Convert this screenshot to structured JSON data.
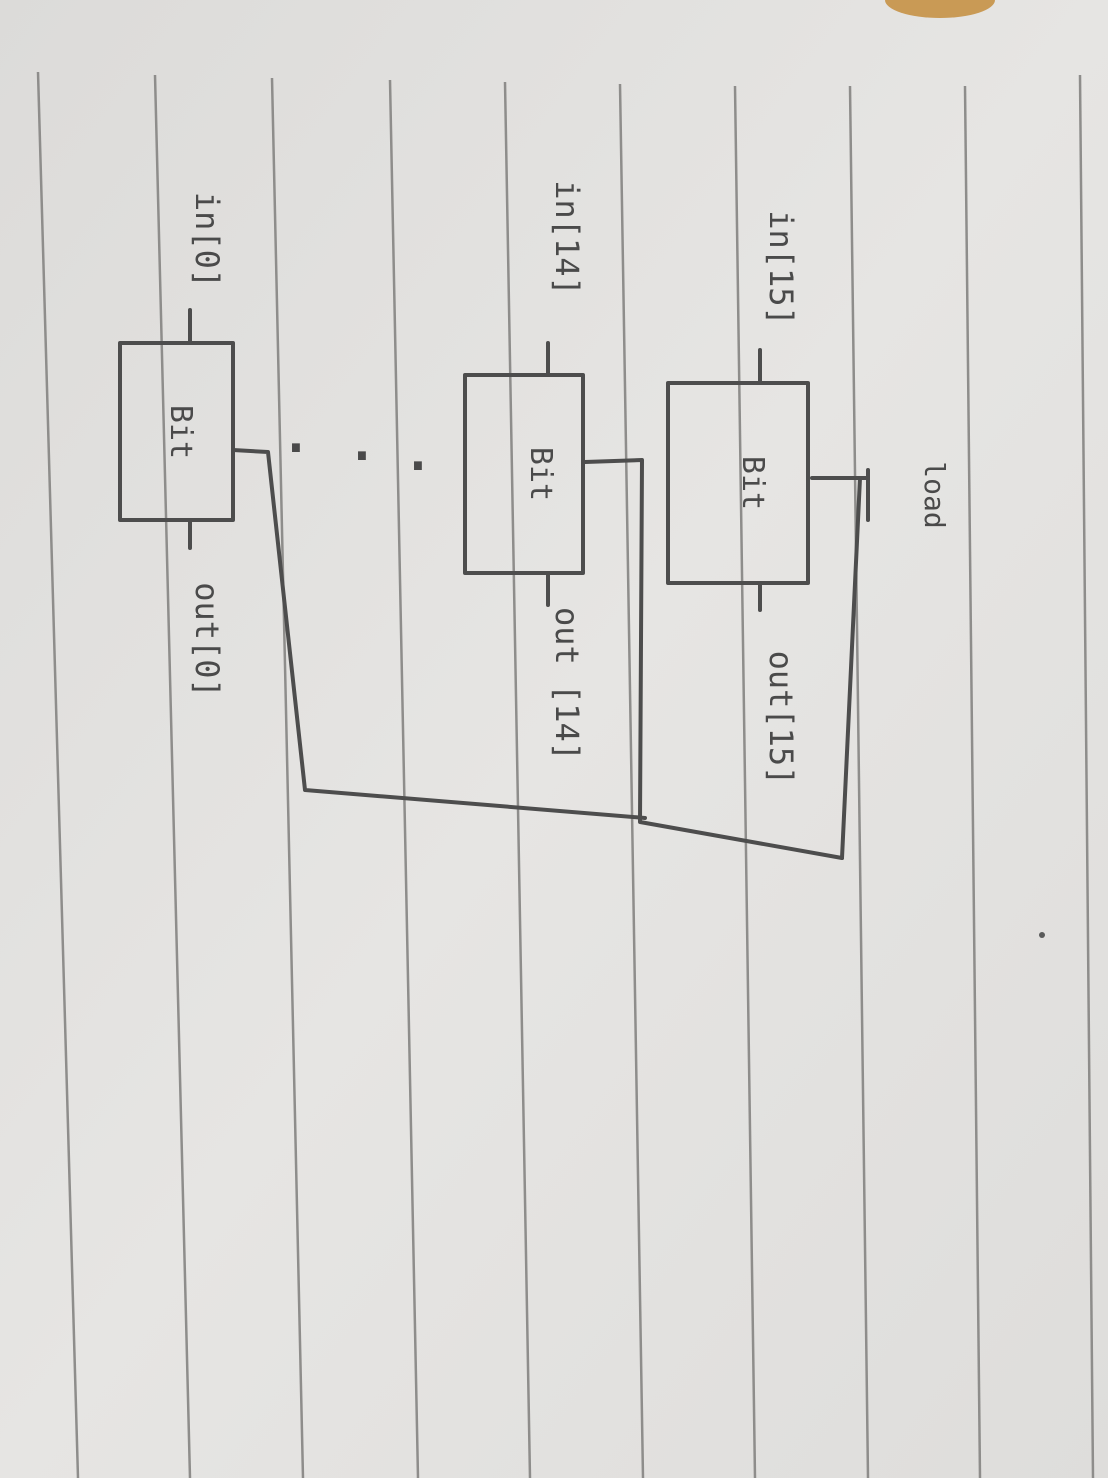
{
  "diagram": {
    "load_label": "load",
    "dots": [
      ".",
      ".",
      "."
    ],
    "bits": [
      {
        "in_label": "in[15]",
        "box_label": "Bit",
        "out_label": "out[15]"
      },
      {
        "in_label": "in[14]",
        "box_label": "Bit",
        "out_label": "out [14]"
      },
      {
        "in_label": "in[0]",
        "box_label": "Bit",
        "out_label": "out[0]"
      }
    ]
  },
  "colors": {
    "paper": "#e4e3e1",
    "ink": "#4a4a4a",
    "rule": "#8e8d8b"
  }
}
